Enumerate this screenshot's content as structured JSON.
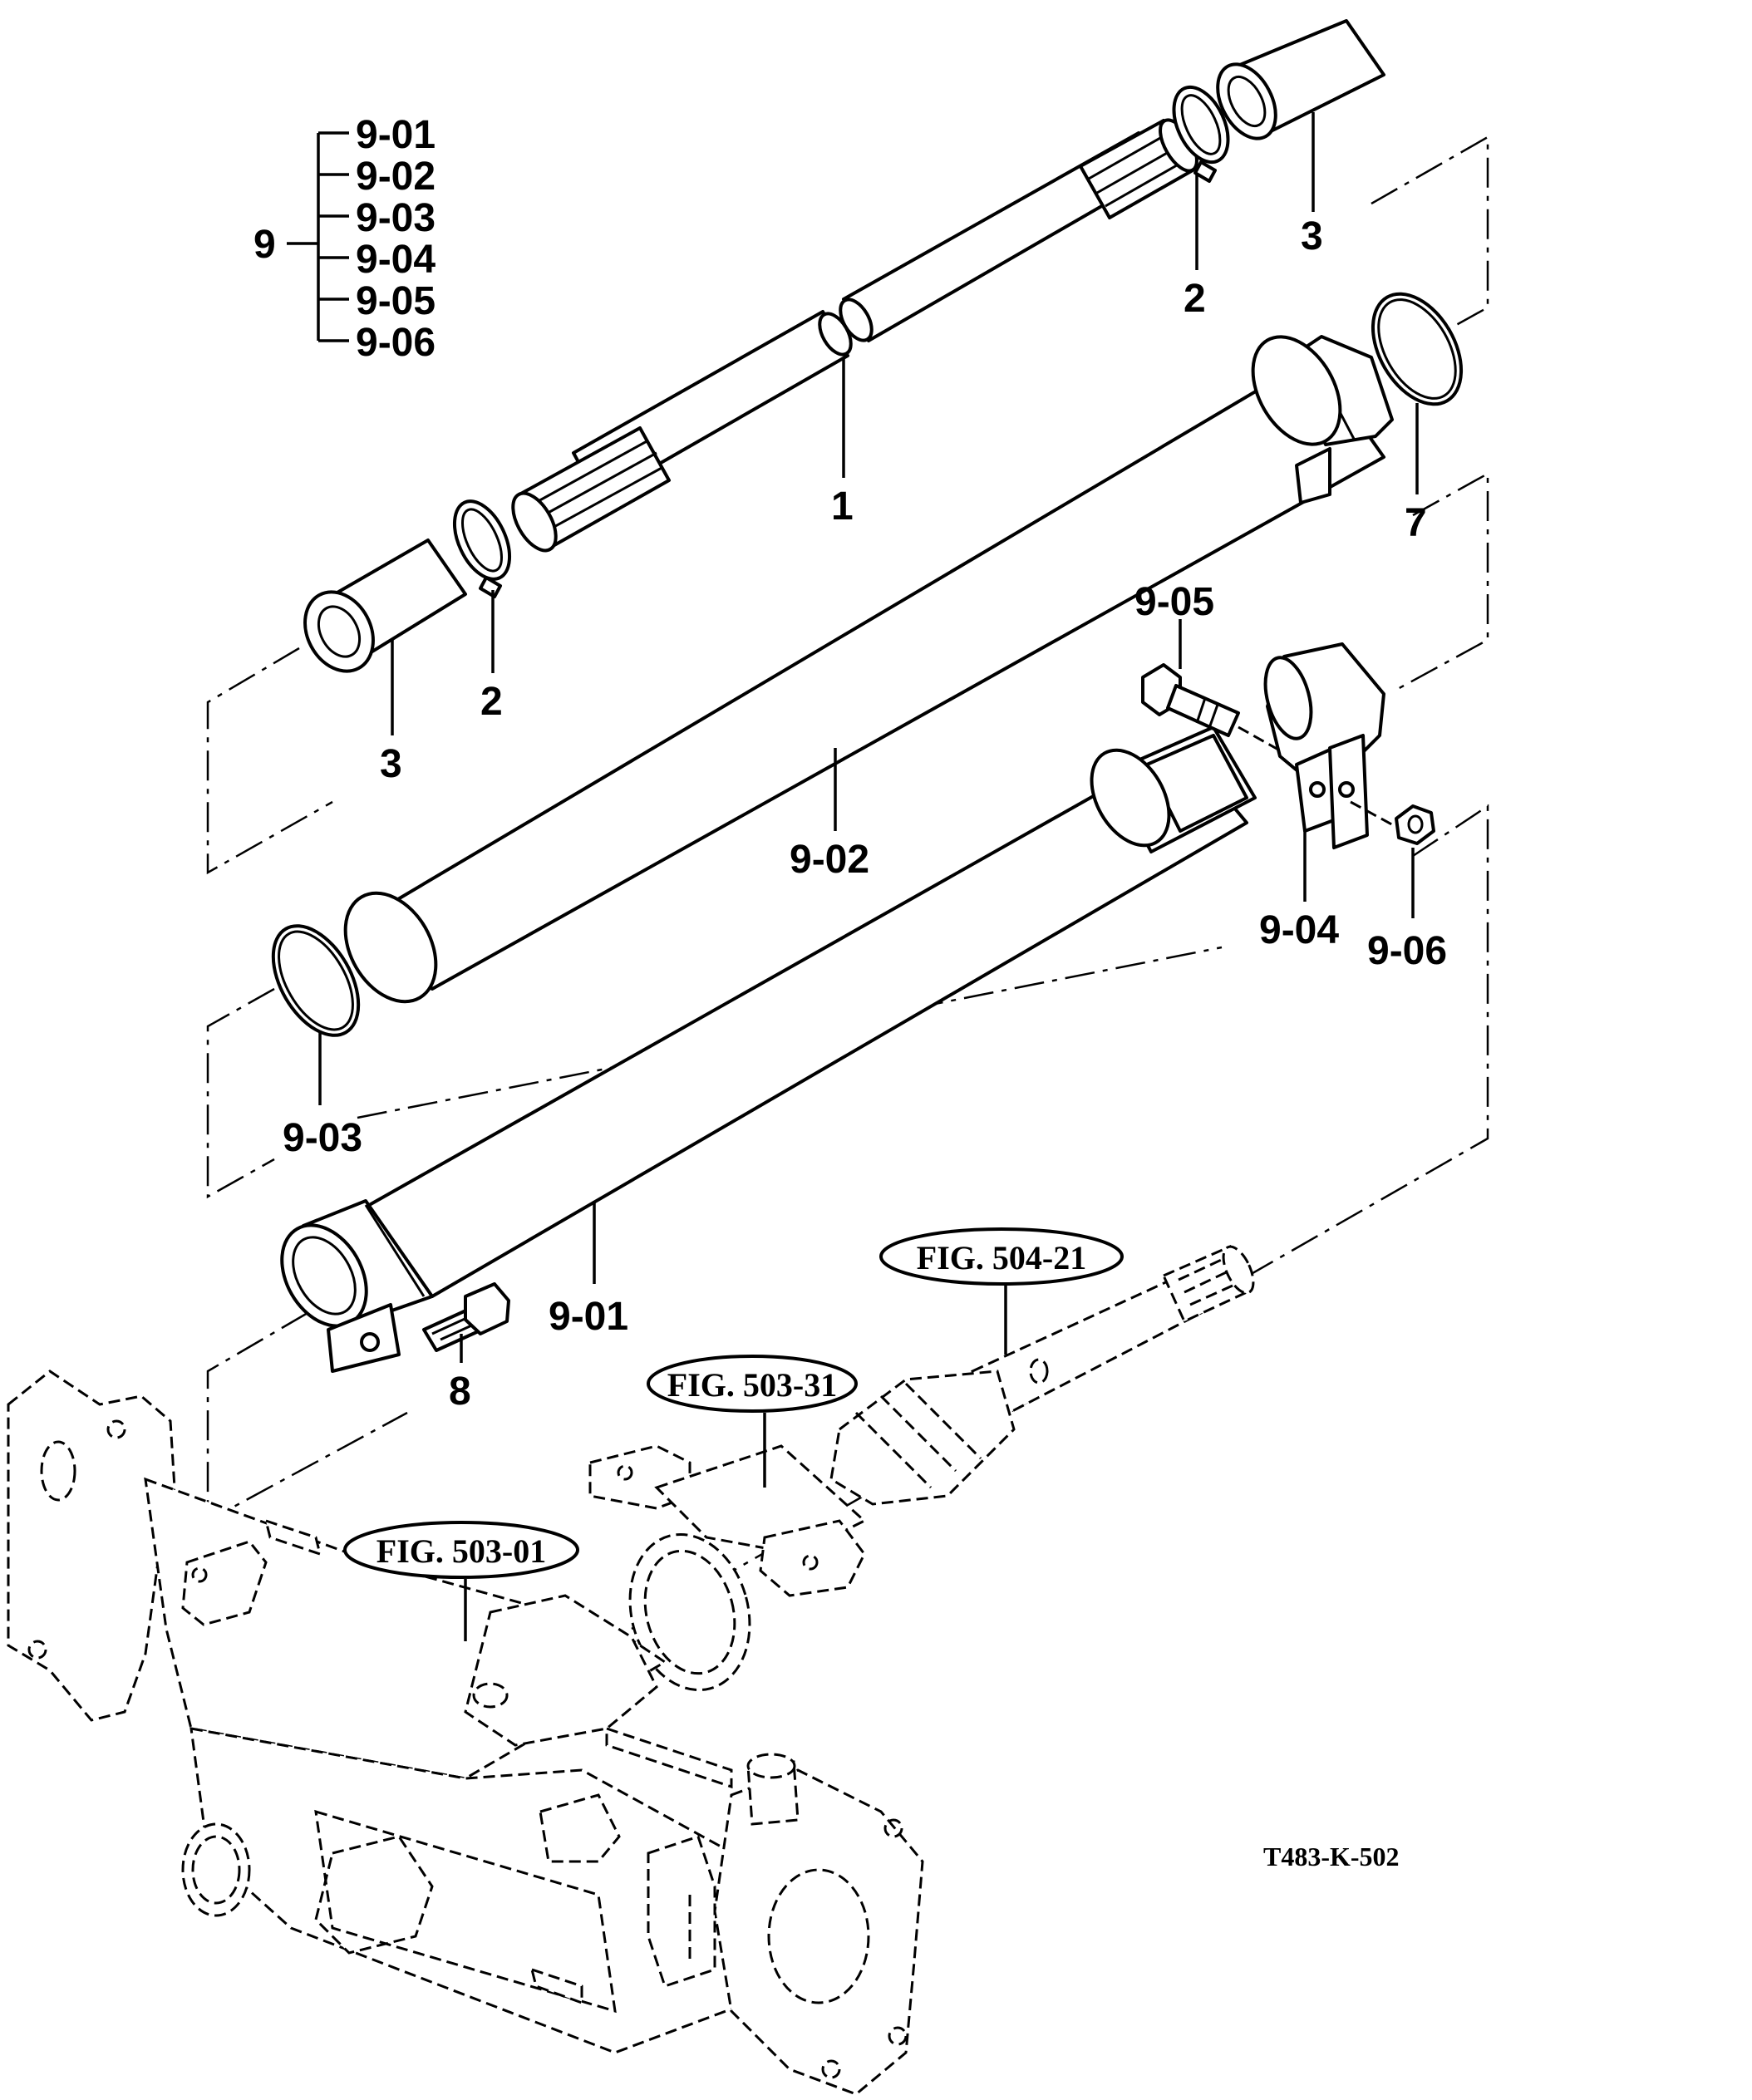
{
  "group_key": {
    "root": "9",
    "items": [
      "9-01",
      "9-02",
      "9-03",
      "9-04",
      "9-05",
      "9-06"
    ]
  },
  "callouts": {
    "shaft": "1",
    "snap_ring_right": "2",
    "snap_ring_left": "2",
    "coupling_right": "3",
    "coupling_left": "3",
    "o_ring": "7",
    "bolt_8": "8",
    "tube_inner": "9-01",
    "tube_outer": "9-02",
    "o_ring_9_03": "9-03",
    "clamp": "9-04",
    "clamp_bolt": "9-05",
    "clamp_nut": "9-06"
  },
  "references": {
    "fig_504_21": "FIG. 504-21",
    "fig_503_31": "FIG. 503-31",
    "fig_503_01": "FIG. 503-01"
  },
  "drawing_code": "T483-K-502"
}
